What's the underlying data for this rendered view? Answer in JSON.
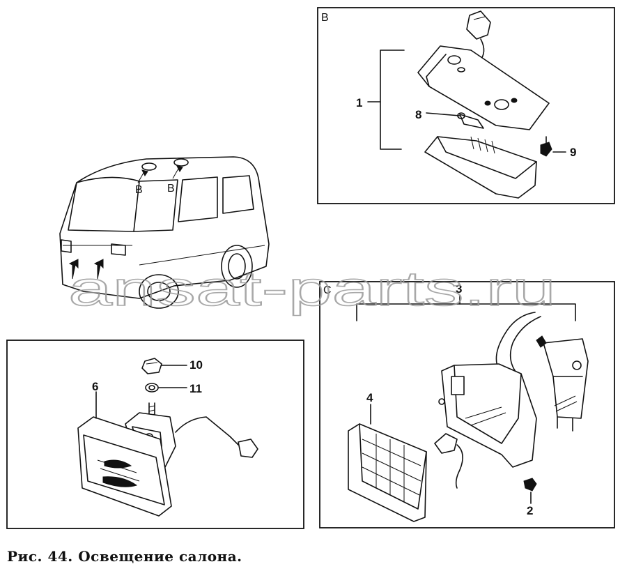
{
  "caption": "Рис. 44. Освещение салона.",
  "watermark": "ansat-parts.ru",
  "panels": {
    "b": {
      "letter": "B"
    },
    "c": {
      "letter": "C"
    }
  },
  "van_labels": {
    "roof_left": "B",
    "roof_right": "B"
  },
  "callouts": {
    "c1": "1",
    "c2": "2",
    "c3": "3",
    "c4": "4",
    "c6": "6",
    "c8": "8",
    "c9": "9",
    "c10": "10",
    "c11": "11"
  }
}
